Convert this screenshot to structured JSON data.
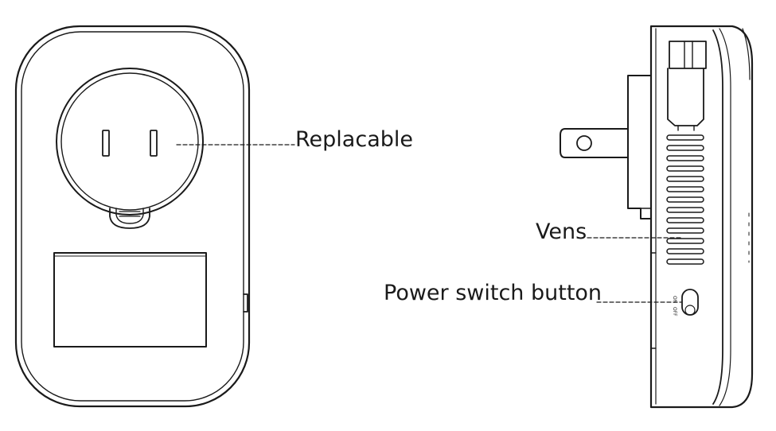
{
  "labels": {
    "replacable": "Replacable",
    "vens": "Vens",
    "power_switch": "Power switch button"
  },
  "switch_markings": {
    "on": "ON",
    "off": "OFF"
  },
  "colors": {
    "stroke": "#1a1a1a",
    "background": "#ffffff"
  }
}
